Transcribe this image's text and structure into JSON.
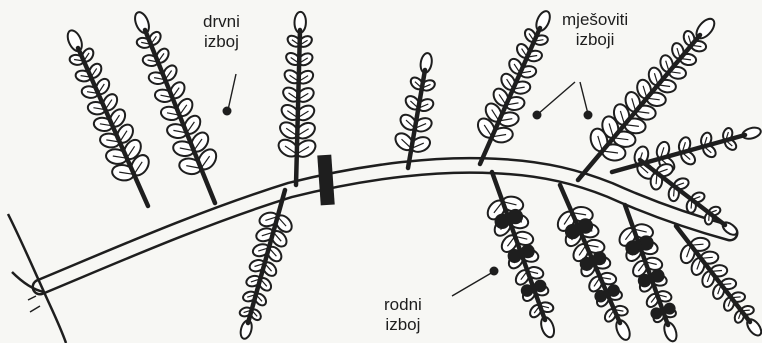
{
  "labels": {
    "wood_shoot": [
      "drvni",
      "izboj"
    ],
    "mixed_shoots": [
      "mješoviti",
      "izboji"
    ],
    "fruit_shoot": [
      "rodni",
      "izboj"
    ]
  },
  "colors": {
    "ink": "#1e1e1e",
    "leaf_fill": "#ffffff",
    "background": "#f7f7f4"
  }
}
